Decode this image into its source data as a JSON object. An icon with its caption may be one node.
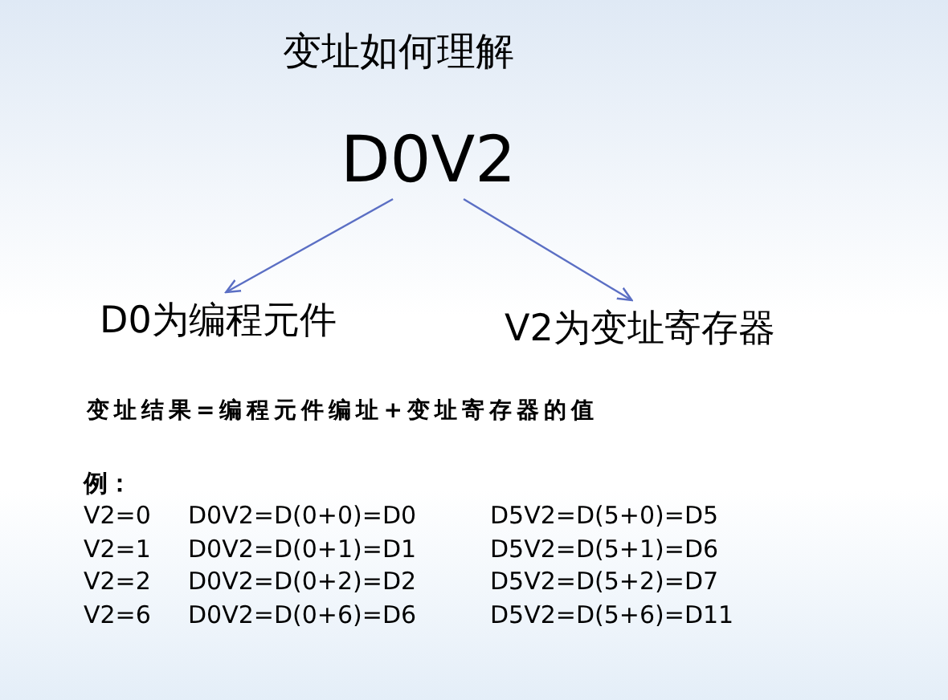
{
  "diagram": {
    "title": "变址如何理解",
    "nodes": [
      {
        "text": [
          "D0V2"
        ]
      },
      {
        "text": [
          "D0为编程元件"
        ]
      },
      {
        "text": [
          "V2为变址寄存器"
        ]
      }
    ],
    "edges": [
      {
        "from": 0,
        "to": 1,
        "arrow": "to"
      },
      {
        "from": 0,
        "to": 2,
        "arrow": "to"
      }
    ],
    "labels": [
      "变址结果=编程元件编址+变址寄存器的值",
      "例：",
      "V2=0",
      "D0V2=D(0+0)=D0",
      "D5V2=D(5+0)=D5",
      "V2=1",
      "D0V2=D(0+1)=D1",
      "D5V2=D(5+1)=D6",
      "V2=2",
      "D0V2=D(0+2)=D2",
      "D5V2=D(5+2)=D7",
      "V2=6",
      "D0V2=D(0+6)=D6",
      "D5V2=D(5+6)=D11"
    ]
  }
}
